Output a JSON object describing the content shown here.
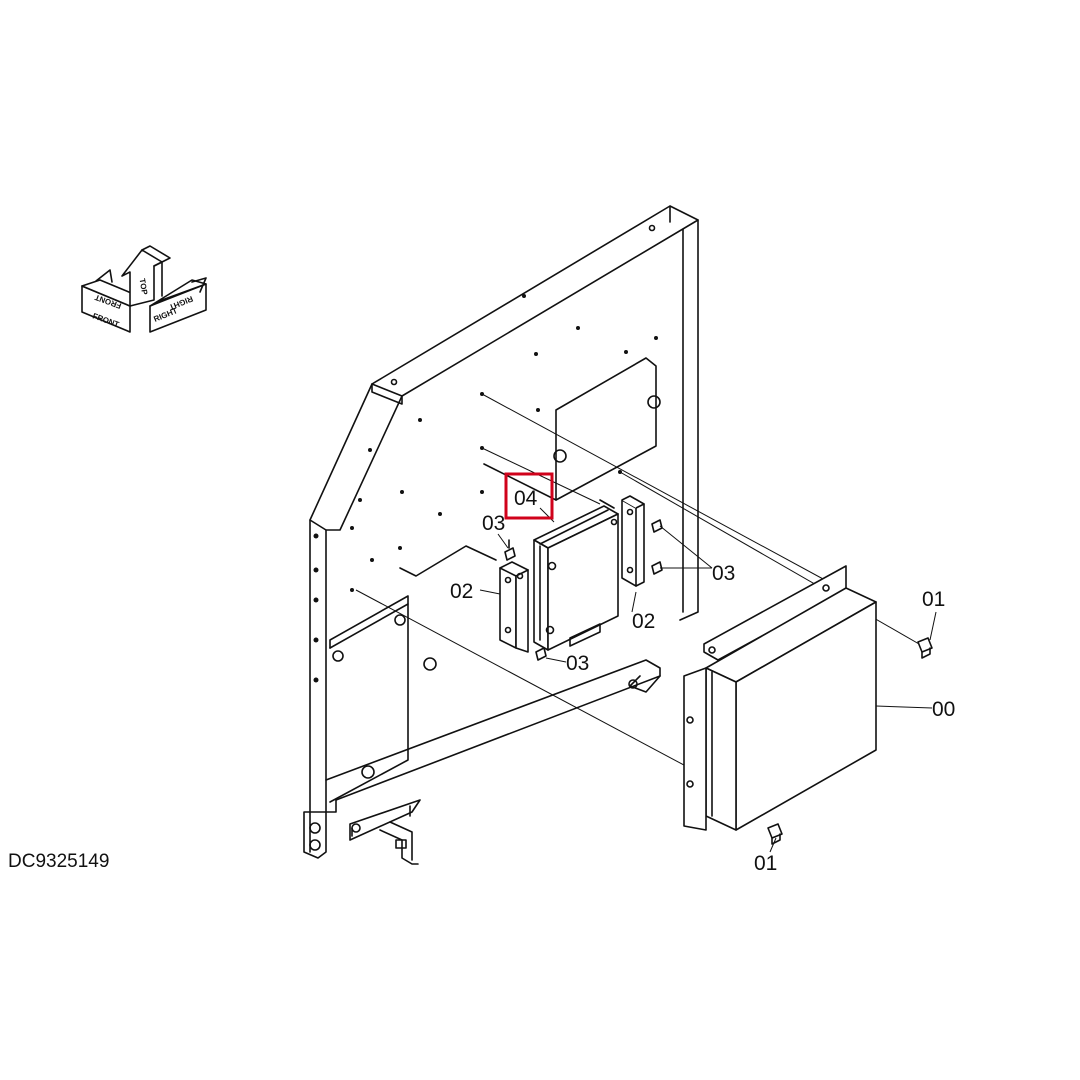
{
  "document_id": "DC9325149",
  "orientation": {
    "top": "TOP",
    "front": "FRONT",
    "right": "RIGHT"
  },
  "callouts": {
    "cover": "00",
    "bolt_upper": "01",
    "bolt_lower": "01",
    "bracket_left": "02",
    "bracket_right": "02",
    "screw_upper_left": "03",
    "screw_right": "03",
    "screw_lower": "03",
    "controller": "04"
  },
  "highlight": {
    "target": "04",
    "color": "#d0021b"
  }
}
